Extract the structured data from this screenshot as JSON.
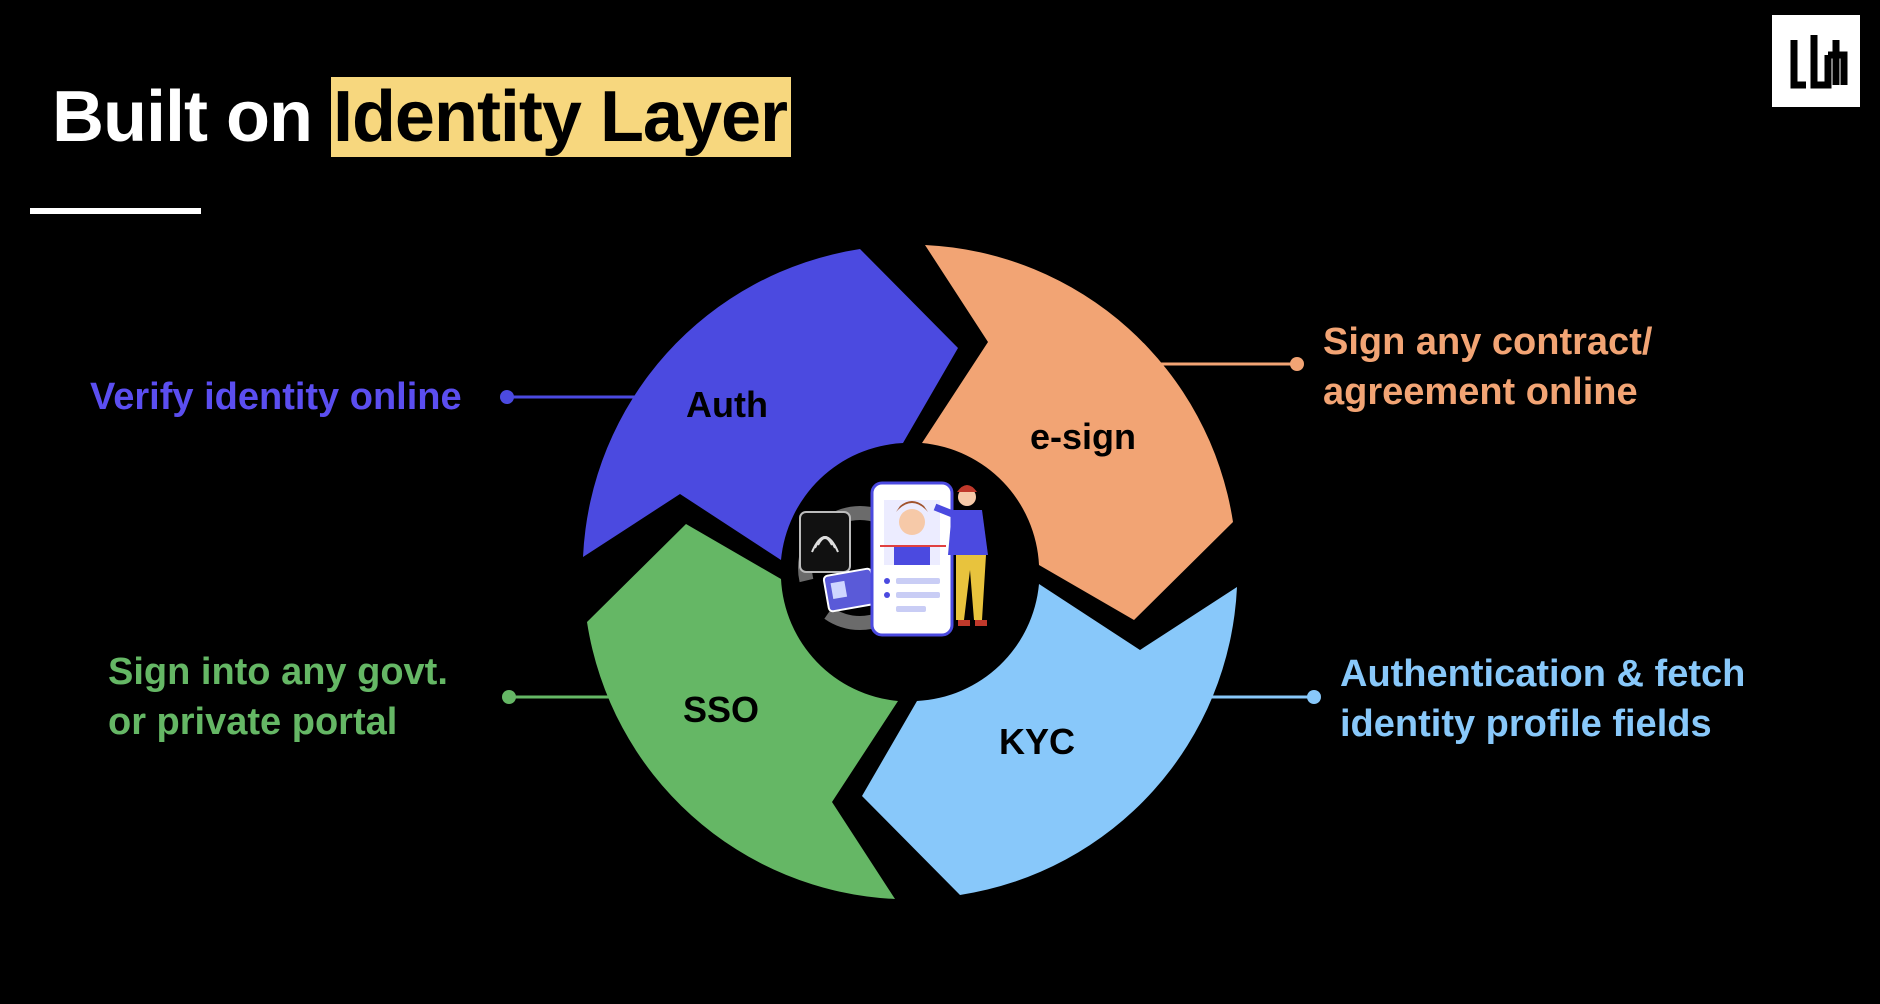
{
  "title": {
    "plain": "Built on ",
    "highlight": "Identity Layer"
  },
  "colors": {
    "background": "#000000",
    "highlight": "#f7d77e",
    "auth": "#4b4ae0",
    "esign": "#f2a474",
    "kyc": "#88c8fa",
    "sso": "#65b765"
  },
  "segments": [
    {
      "label": "Auth",
      "color": "#4b4ae0"
    },
    {
      "label": "e-sign",
      "color": "#f2a474"
    },
    {
      "label": "KYC",
      "color": "#88c8fa"
    },
    {
      "label": "SSO",
      "color": "#65b765"
    }
  ],
  "callouts": {
    "auth": {
      "line1": "Verify identity online"
    },
    "esign": {
      "line1": "Sign any contract/",
      "line2": "agreement online"
    },
    "kyc": {
      "line1": "Authentication & fetch",
      "line2": "identity profile fields"
    },
    "sso": {
      "line1": "Sign into any govt.",
      "line2": "or private portal"
    }
  },
  "center_illustration": "identity-verification-illustration",
  "logo_icon": "brand-logo-icon"
}
